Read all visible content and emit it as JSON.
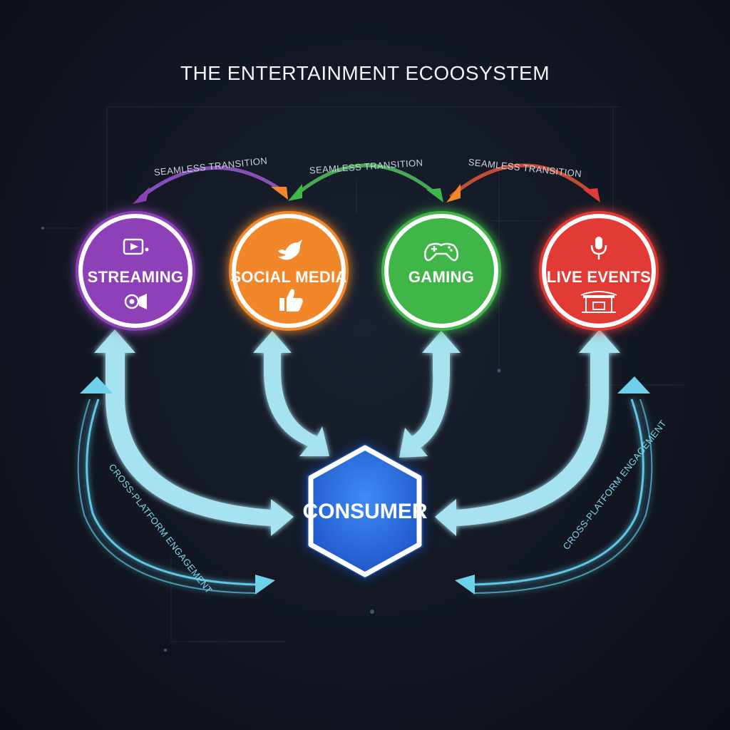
{
  "title": "THE ENTERTAINMENT ECOOSYSTEM",
  "hub": {
    "label": "CONSUMER",
    "color": "#2b6fe0"
  },
  "nodes": [
    {
      "label": "STREAMING",
      "color": "#8e3fb8",
      "icons": [
        "play-icon",
        "camera-icon"
      ]
    },
    {
      "label": "SOCIAL MEDIA",
      "color": "#f2872a",
      "icons": [
        "bird-icon",
        "thumbs-up-icon"
      ]
    },
    {
      "label": "GAMING",
      "color": "#3fb64a",
      "icons": [
        "gamepad-icon"
      ]
    },
    {
      "label": "LIVE EVENTS",
      "color": "#e23a36",
      "icons": [
        "microphone-icon",
        "stage-icon"
      ]
    }
  ],
  "transitions": [
    {
      "label": "SEAMLESS TRANSITION",
      "color": "#9b59d0"
    },
    {
      "label": "SEAMLESS TRANSITION",
      "color": "#4fc25a"
    },
    {
      "label": "SEAMLESS TRANSITION",
      "color": "#e0563a"
    }
  ],
  "engagement": {
    "left_label": "CROSS-PLATFORM ENGAGEMENT",
    "right_label": "CROSS-PLATFORM ENGAGEMENT",
    "color": "#6fd2ea"
  }
}
